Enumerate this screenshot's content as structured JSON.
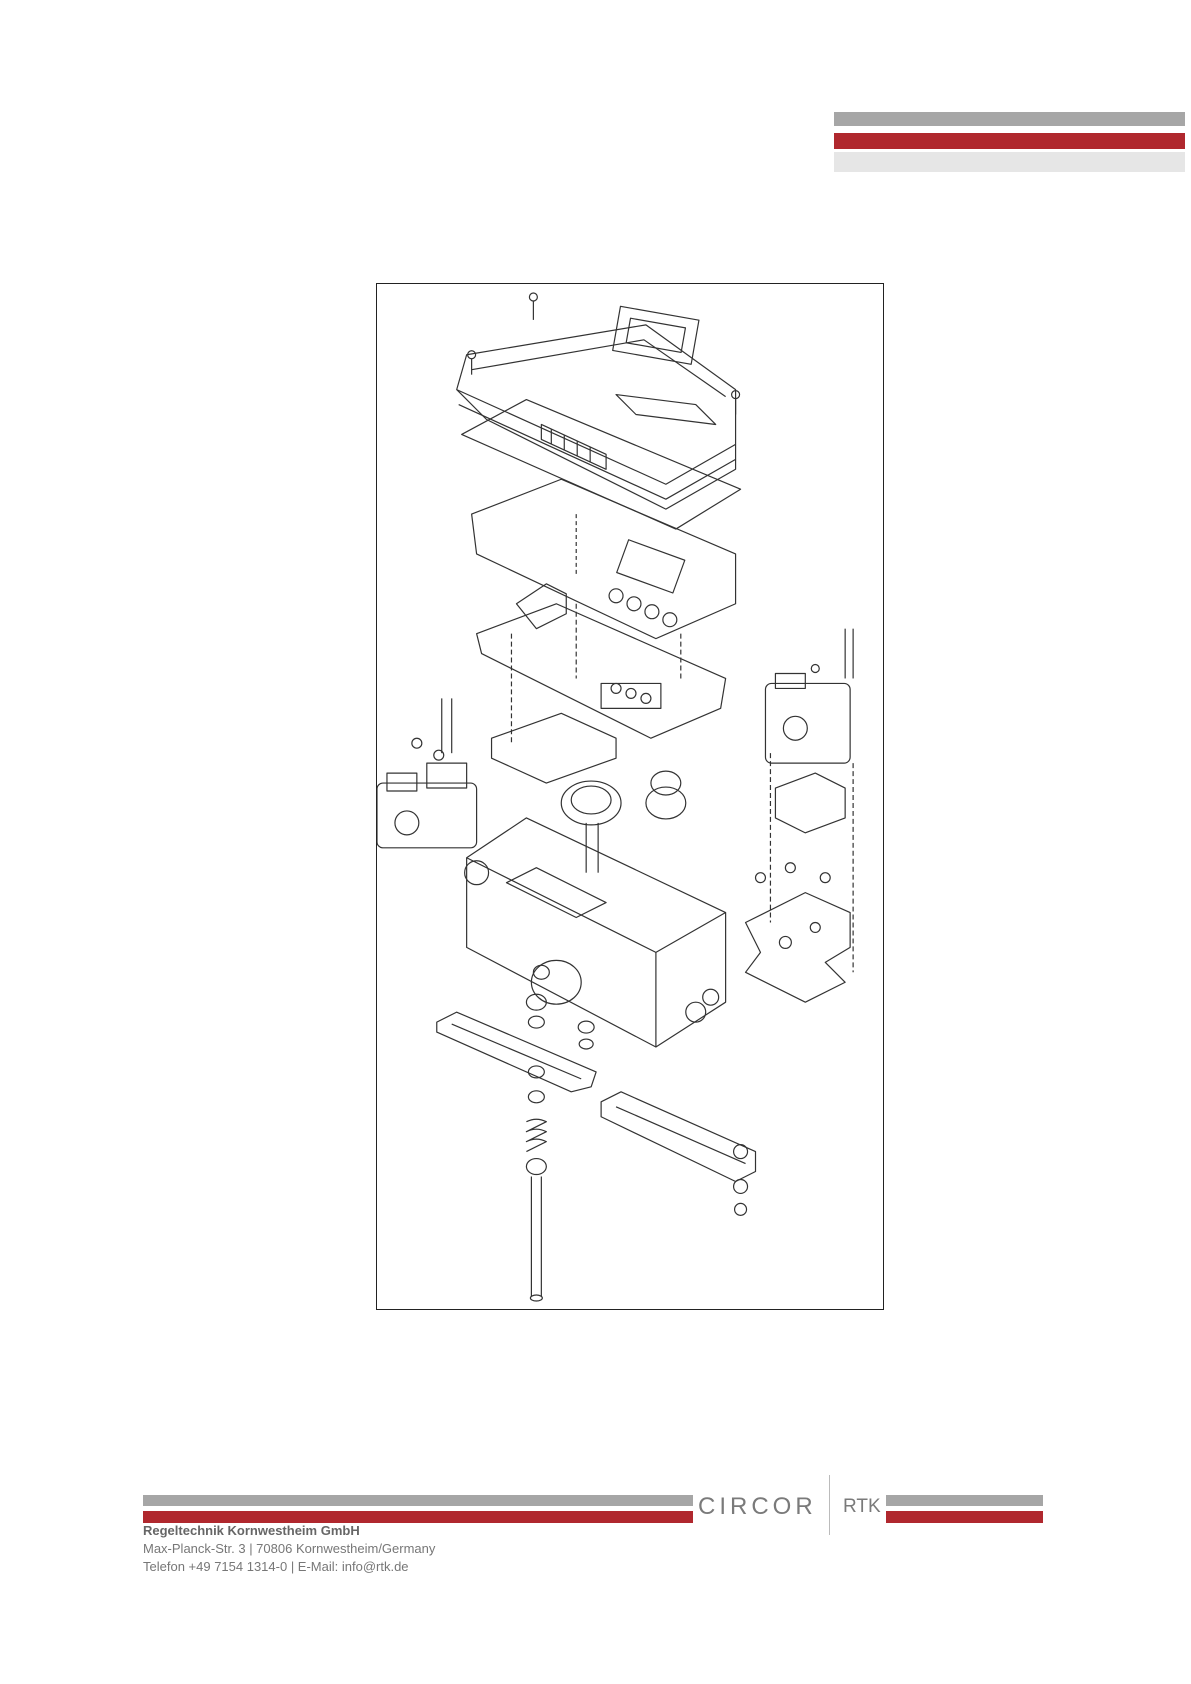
{
  "colors": {
    "bar_gray": "#a6a6a6",
    "bar_red": "#b0282e",
    "bar_light": "#e6e6e6",
    "logo_text": "#7a7a7a"
  },
  "figure": {
    "icon": "exploded-assembly-drawing"
  },
  "footer": {
    "logo": {
      "brand": "CIRCOR",
      "sub_brand": "RTK"
    },
    "company_name": "Regeltechnik Kornwestheim GmbH",
    "address_line": "Max-Planck-Str. 3 | 70806 Kornwestheim/Germany",
    "contact_line": "Telefon +49 7154 1314-0 | E-Mail: info@rtk.de"
  }
}
